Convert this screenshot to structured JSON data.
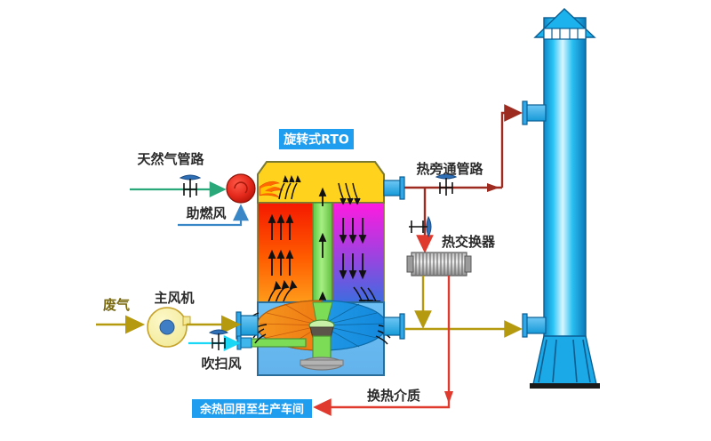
{
  "diagram": {
    "title_badge": "旋转式RTO",
    "labels": {
      "natural_gas_line": "天然气管路",
      "combustion_air": "助燃风",
      "waste_gas": "废气",
      "main_fan": "主风机",
      "purge_air": "吹扫风",
      "hot_bypass_line": "热旁通管路",
      "heat_exchanger": "热交换器",
      "heat_medium": "换热介质",
      "waste_heat_reuse": "余热回用至生产车间"
    },
    "colors": {
      "badge_bg": "#1f9ef0",
      "badge_text": "#ffffff",
      "combustion_chamber": "#ffd21e",
      "hot_bed_left": "#ff2a00",
      "hot_bed_left_low": "#ff8c1a",
      "cool_bed_right": "#ff20e0",
      "cool_bed_right_low": "#4a6fe0",
      "center_duct": "#7ddc55",
      "plenum": "#67b9f0",
      "rotor_left": "#f08a1e",
      "rotor_right": "#1f9ef0",
      "burner": "#e8281e",
      "flame": "#ff6a00",
      "stack_blue": "#14b4ef",
      "exhaust_pipe": "#b59a10",
      "hot_pipe": "#9e2b20",
      "medium_pipe": "#e03a2f",
      "gas_pipe": "#2aa87a",
      "air_pipe": "#3a87c8",
      "purge_pipe": "#19d7f5",
      "text_dark": "#2b2b2b",
      "text_olive": "#7a6a10"
    }
  }
}
